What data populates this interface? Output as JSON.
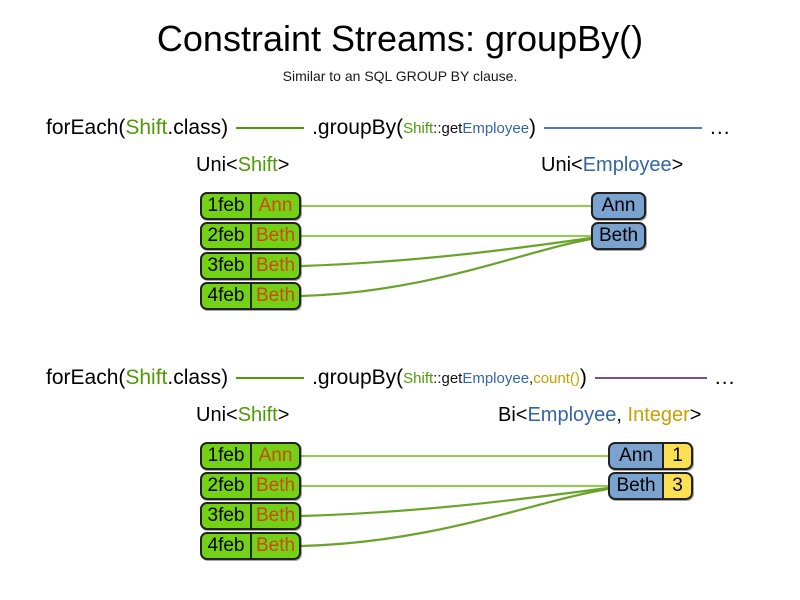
{
  "header": {
    "title": "Constraint Streams: groupBy()",
    "subtitle": "Similar to an SQL GROUP BY clause."
  },
  "diagrams": [
    {
      "id": "groupby-basic",
      "code": {
        "foreach_prefix": "forEach(",
        "foreach_type": "Shift",
        "foreach_suffix": ".class)",
        "connector_color": "#4e9a06",
        "groupby_prefix": ".groupBy(",
        "groupby_arg_type": "Shift",
        "groupby_arg_sep": "::get",
        "groupby_arg_prop": "Employee",
        "groupby_suffix": ")",
        "tail_connector_color": "#5577b5",
        "ellipsis": "..."
      },
      "left_label": {
        "generic": "Uni<",
        "type": "Shift",
        "close": ">"
      },
      "right_label": {
        "generic": "Uni<",
        "type": "Employee",
        "close": ">"
      },
      "left_rows": [
        {
          "date": "1feb",
          "name": "Ann"
        },
        {
          "date": "2feb",
          "name": "Beth"
        },
        {
          "date": "3feb",
          "name": "Beth"
        },
        {
          "date": "4feb",
          "name": "Beth"
        }
      ],
      "right_rows": [
        {
          "employee": "Ann"
        },
        {
          "employee": "Beth"
        }
      ],
      "mapping": [
        0,
        1,
        1,
        1
      ]
    },
    {
      "id": "groupby-count",
      "code": {
        "foreach_prefix": "forEach(",
        "foreach_type": "Shift",
        "foreach_suffix": ".class)",
        "connector_color": "#4e9a06",
        "groupby_prefix": ".groupBy(",
        "groupby_arg_type": "Shift",
        "groupby_arg_sep": "::get",
        "groupby_arg_prop": "Employee",
        "groupby_arg_comma": ", ",
        "groupby_arg_collector": "count()",
        "groupby_suffix": ")",
        "tail_connector_color": "#7b4f8e",
        "ellipsis": "..."
      },
      "left_label": {
        "generic": "Uni<",
        "type": "Shift",
        "close": ">"
      },
      "right_label": {
        "generic": "Bi<",
        "type": "Employee",
        "comma": ", ",
        "type2": "Integer",
        "close": ">"
      },
      "left_rows": [
        {
          "date": "1feb",
          "name": "Ann"
        },
        {
          "date": "2feb",
          "name": "Beth"
        },
        {
          "date": "3feb",
          "name": "Beth"
        },
        {
          "date": "4feb",
          "name": "Beth"
        }
      ],
      "right_rows": [
        {
          "employee": "Ann",
          "count": "1"
        },
        {
          "employee": "Beth",
          "count": "3"
        }
      ],
      "mapping": [
        0,
        1,
        1,
        1
      ]
    }
  ],
  "colors": {
    "shift_fill": "#73d216",
    "shift_name_text": "#d2480d",
    "employee_fill": "#7ba3d0",
    "count_fill": "#fbe053",
    "line_green": "#7ab648",
    "line_blue": "#5577b5",
    "line_purple": "#7b4f8e",
    "type_green": "#4e9a06",
    "type_blue": "#3465a4",
    "type_gold": "#c4a000",
    "background": "#ffffff"
  }
}
